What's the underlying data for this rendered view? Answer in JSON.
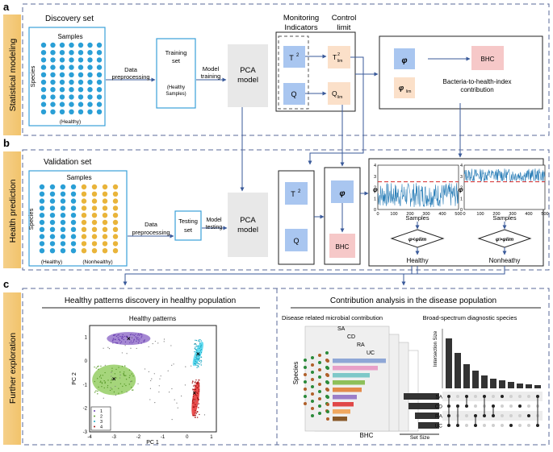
{
  "panels": {
    "a": {
      "letter": "a",
      "side_label": "Statistical modeling"
    },
    "b": {
      "letter": "b",
      "side_label": "Health prediction"
    },
    "c": {
      "letter": "c",
      "side_label": "Further exploration"
    }
  },
  "a": {
    "set_title": "Discovery set",
    "samples": "Samples",
    "species": "Species",
    "healthy": "(Healthy)",
    "data_preprocessing": [
      "Data",
      "preprocessing"
    ],
    "training_set": [
      "Training",
      "set"
    ],
    "healthy_samples": [
      "(Healthy",
      "Samples)"
    ],
    "model_training": [
      "Model",
      "training"
    ],
    "pca_model": [
      "PCA",
      "model"
    ],
    "monitoring_indicators": [
      "Monitoring",
      "Indicators"
    ],
    "control_limit": [
      "Control",
      "limit"
    ],
    "t2": "T",
    "t2_sup": "2",
    "q": "Q",
    "t2_lim": "T",
    "t2_lim_sup": "2",
    "lim_sub": "lim",
    "q_lim": "Q",
    "phi": "φ",
    "phi_lim": "φ",
    "bhc": "BHC",
    "bhi_contribution": [
      "Bacteria-to-health-index",
      "contribution"
    ]
  },
  "b": {
    "set_title": "Validation set",
    "samples": "Samples",
    "species": "Species",
    "healthy": "(Healthy)",
    "nonhealthy": "(Nonhealthy)",
    "data_preprocessing": [
      "Data",
      "preprocessing"
    ],
    "testing_set": [
      "Testing",
      "set"
    ],
    "model_testing": [
      "Model",
      "testing"
    ],
    "pca_model": [
      "PCA",
      "model"
    ],
    "t2": "T",
    "t2_sup": "2",
    "q": "Q",
    "phi": "φ",
    "bhc": "BHC",
    "plot_xlabel": "Samples",
    "plot_ylabel": "φ",
    "x_ticks": [
      "0",
      "100",
      "200",
      "300",
      "400",
      "500"
    ],
    "y_ticks": [
      "0",
      "1",
      "2",
      "3",
      "4"
    ],
    "rule_left": "φ<φlim",
    "rule_right": "φ>φlim",
    "result_left": "Healthy",
    "result_right": "Nonheathy"
  },
  "c": {
    "left_title": "Healthy patterns discovery in healthy population",
    "right_title": "Contribution analysis in the disease population",
    "healthy_patterns": "Healthy patterns",
    "pc1": "PC 1",
    "pc2": "PC 2",
    "x_ticks": [
      "-4",
      "-3",
      "-2",
      "-1",
      "0",
      "1"
    ],
    "y_ticks": [
      "1",
      "0",
      "-1",
      "-2",
      "-3"
    ],
    "legend": [
      "1",
      "2",
      "3",
      "4"
    ],
    "disease_title": "Disease related microbial contribution",
    "diseases": [
      "SA",
      "CD",
      "RA",
      "UC"
    ],
    "species": "Species",
    "bhc": "BHC",
    "broad_title": "Broad-spectrum diagnostic species",
    "intersection_size": "Intersection Size",
    "set_size": "Set Size",
    "upset_sets": [
      "SA",
      "CD",
      "RA",
      "UC"
    ]
  },
  "colors": {
    "blue_dot": "#2a9fd6",
    "yellow_dot": "#e9b43a",
    "box_blue": "#a9c6f0",
    "box_peach": "#fbe0c9",
    "box_pink": "#f6c8c8",
    "series_blue": "#2c7fb8",
    "limit_red": "#d62728",
    "purple": "#8e6ac8",
    "green": "#8fcb5a",
    "cyan": "#3ed3ee",
    "red": "#e32222"
  }
}
